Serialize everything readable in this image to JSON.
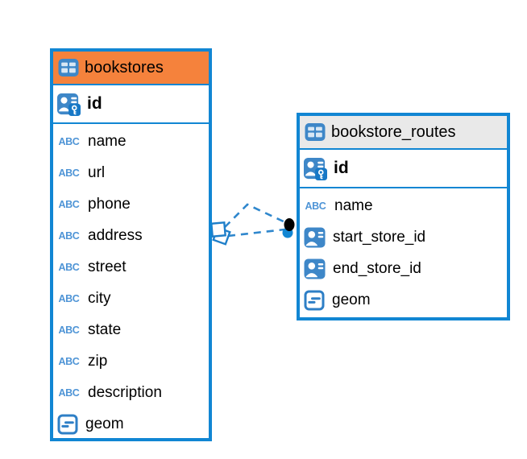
{
  "tables": [
    {
      "name": "bookstores",
      "header_bg": "#F5823C",
      "id_field": "id",
      "columns": [
        {
          "label": "name",
          "type": "text"
        },
        {
          "label": "url",
          "type": "text"
        },
        {
          "label": "phone",
          "type": "text"
        },
        {
          "label": "address",
          "type": "text"
        },
        {
          "label": "street",
          "type": "text"
        },
        {
          "label": "city",
          "type": "text"
        },
        {
          "label": "state",
          "type": "text"
        },
        {
          "label": "zip",
          "type": "text"
        },
        {
          "label": "description",
          "type": "text"
        },
        {
          "label": "geom",
          "type": "geometry"
        }
      ]
    },
    {
      "name": "bookstore_routes",
      "header_bg": "#E9E9E9",
      "id_field": "id",
      "columns": [
        {
          "label": "name",
          "type": "text"
        },
        {
          "label": "start_store_id",
          "type": "foreign-key"
        },
        {
          "label": "end_store_id",
          "type": "foreign-key"
        },
        {
          "label": "geom",
          "type": "geometry"
        }
      ]
    }
  ],
  "relationship": {
    "from_table": "bookstore_routes",
    "to_table": "bookstores",
    "line_style": "dashed",
    "line_color": "#2F87CD"
  },
  "icons": {
    "text_type_glyph": "ABC",
    "table_icon": "table-grid",
    "primary_key_icon": "person-key",
    "foreign_key_icon": "person-card",
    "geometry_icon": "rounded-square-dash"
  },
  "colors": {
    "table_border": "#1186D3",
    "header_orange": "#F5823C",
    "header_gray": "#E9E9E9",
    "icon_blue": "#3E87C8",
    "abc_blue": "#4E94D6",
    "endpoint_black": "#000000",
    "endpoint_blue": "#1186D3"
  }
}
